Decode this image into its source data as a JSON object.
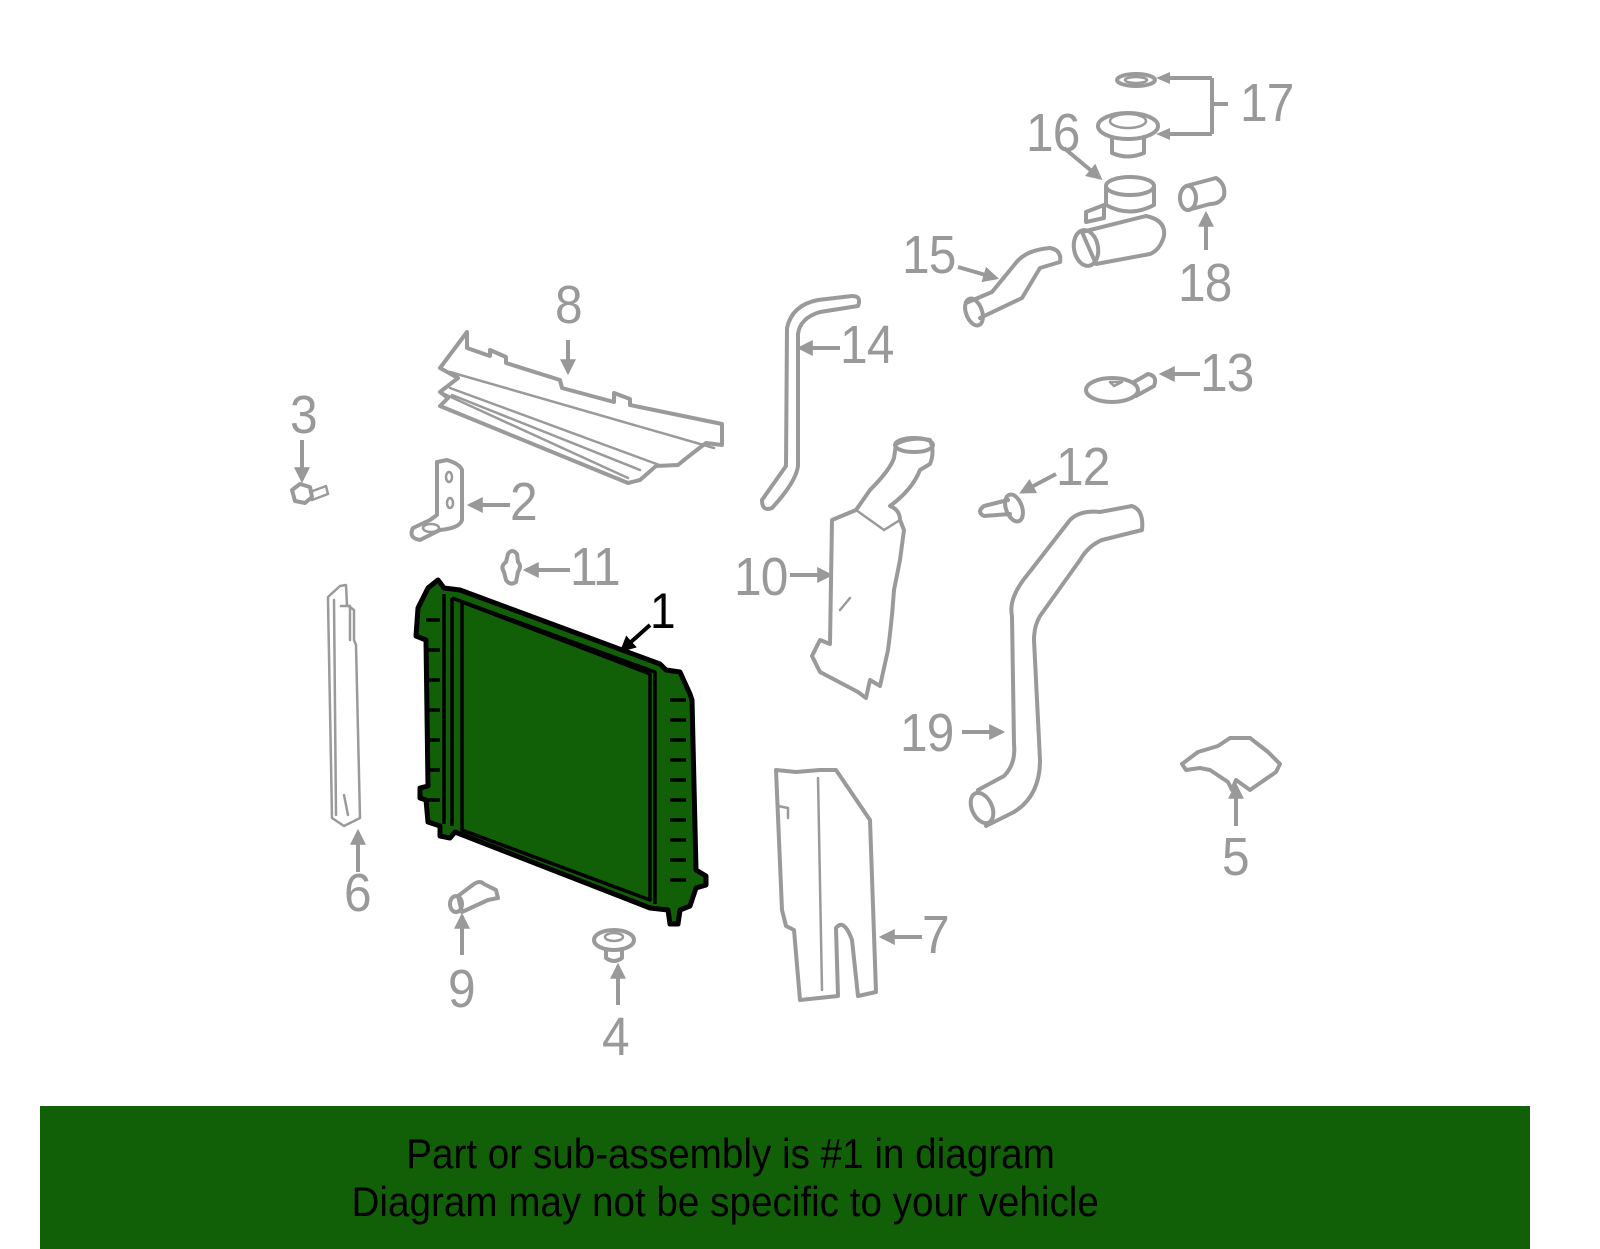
{
  "diagram": {
    "highlighted_part": "1",
    "colors": {
      "highlight_fill": "#116008",
      "part_stroke": "#9a9a9a",
      "callout_text": "#999999",
      "highlight_text": "#000000",
      "banner_background": "#116008",
      "banner_text": "#000000",
      "page_background": "#ffffff"
    },
    "callouts": [
      {
        "id": "1",
        "label": "1",
        "part": "radiator",
        "highlighted": true
      },
      {
        "id": "2",
        "label": "2",
        "part": "bracket"
      },
      {
        "id": "3",
        "label": "3",
        "part": "bolt"
      },
      {
        "id": "4",
        "label": "4",
        "part": "grommet"
      },
      {
        "id": "5",
        "label": "5",
        "part": "mount-bracket"
      },
      {
        "id": "6",
        "label": "6",
        "part": "side-seal"
      },
      {
        "id": "7",
        "label": "7",
        "part": "air-deflector"
      },
      {
        "id": "8",
        "label": "8",
        "part": "upper-baffle"
      },
      {
        "id": "9",
        "label": "9",
        "part": "drain-plug"
      },
      {
        "id": "10",
        "label": "10",
        "part": "reservoir"
      },
      {
        "id": "11",
        "label": "11",
        "part": "clip"
      },
      {
        "id": "12",
        "label": "12",
        "part": "push-pin"
      },
      {
        "id": "13",
        "label": "13",
        "part": "reservoir-cap"
      },
      {
        "id": "14",
        "label": "14",
        "part": "overflow-hose"
      },
      {
        "id": "15",
        "label": "15",
        "part": "upper-hose"
      },
      {
        "id": "16",
        "label": "16",
        "part": "filler-neck"
      },
      {
        "id": "17",
        "label": "17",
        "part": "pressure-cap-and-seal"
      },
      {
        "id": "18",
        "label": "18",
        "part": "hose-connector"
      },
      {
        "id": "19",
        "label": "19",
        "part": "lower-hose"
      }
    ]
  },
  "banner": {
    "line1": "Part or sub-assembly is #1 in diagram",
    "line2": "Diagram may not be specific to your vehicle"
  }
}
